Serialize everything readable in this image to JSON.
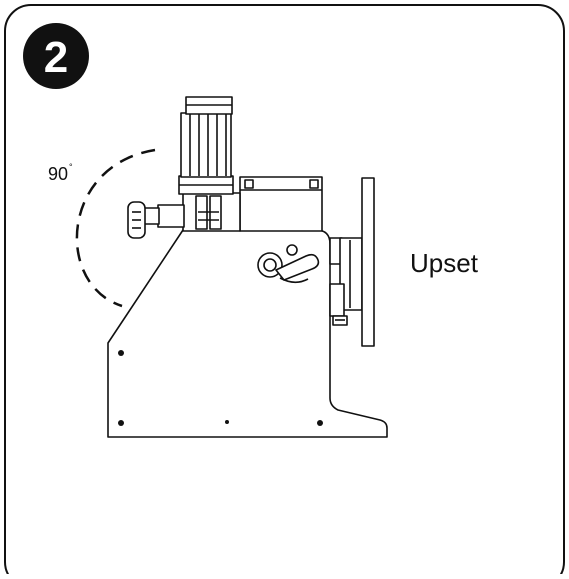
{
  "step": {
    "number": "2"
  },
  "labels": {
    "angle": "90",
    "degree_symbol": "°",
    "position": "Upset"
  },
  "colors": {
    "ink": "#111111",
    "background": "#ffffff"
  }
}
